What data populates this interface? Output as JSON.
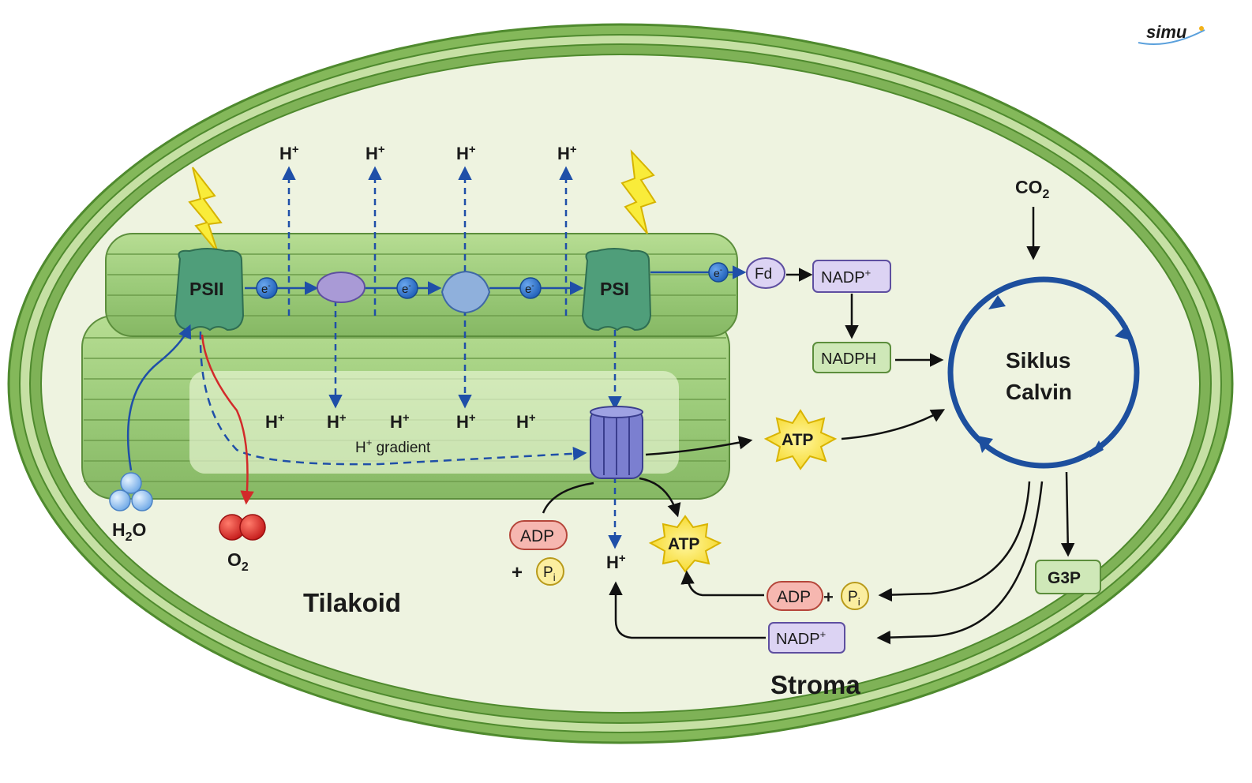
{
  "brand": {
    "logo_text": "simu"
  },
  "regions": {
    "thylakoid": "Tilakoid",
    "stroma": "Stroma"
  },
  "complexes": {
    "psii": "PSII",
    "psi": "PSI"
  },
  "electron": "e",
  "electron_sup": "-",
  "proton": {
    "base": "H",
    "sup": "+"
  },
  "gradient_label": " gradient",
  "molecules": {
    "water": {
      "base": "H",
      "sub": "2",
      "rest": "O"
    },
    "oxygen": {
      "base": "O",
      "sub": "2"
    },
    "co2": {
      "base": "CO",
      "sub": "2"
    },
    "fd": "Fd",
    "nadp": {
      "base": "NADP",
      "sup": "+"
    },
    "nadph": "NADPH",
    "atp": "ATP",
    "adp": "ADP",
    "pi": {
      "base": "P",
      "sub": "i"
    },
    "plus": "+",
    "g3p": "G3P"
  },
  "calvin": {
    "line1": "Siklus",
    "line2": "Calvin"
  },
  "colors": {
    "membrane_outer": "#5f9a3a",
    "membrane_fill": "#eef3e0",
    "thylakoid": "#9ccb7a",
    "psii": "#4f9e7a",
    "electron_blue": "#2f6fc4",
    "arrow_blue": "#1f4fa8",
    "arrow_red": "#d22a2a",
    "cycle_blue": "#1d4f9e",
    "nadp_fill": "#dcd3f3",
    "nadph_fill": "#cfe8b8",
    "adp_fill": "#f6b7b0",
    "pi_fill": "#fbeea0",
    "atp_fill": "#fbe84a"
  }
}
